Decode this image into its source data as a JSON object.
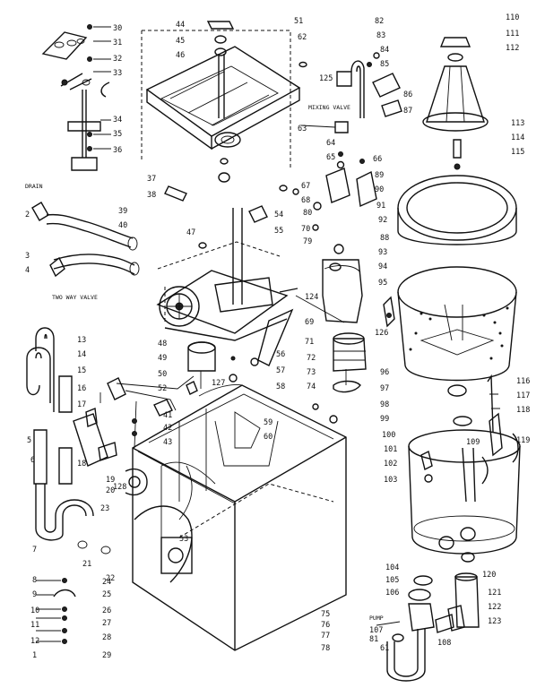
{
  "captions": {
    "drain": "DRAIN",
    "mixing_valve": "MIXING VALVE",
    "two_way_valve": "TWO WAY VALVE",
    "pump": "PUMP"
  },
  "callouts": [
    "1",
    "2",
    "3",
    "4",
    "5",
    "6",
    "7",
    "8",
    "9",
    "10",
    "11",
    "12",
    "13",
    "14",
    "15",
    "16",
    "17",
    "18",
    "19",
    "20",
    "21",
    "22",
    "23",
    "24",
    "25",
    "26",
    "27",
    "28",
    "29",
    "30",
    "31",
    "32",
    "33",
    "34",
    "35",
    "36",
    "37",
    "38",
    "39",
    "40",
    "41",
    "42",
    "43",
    "44",
    "45",
    "46",
    "47",
    "48",
    "49",
    "50",
    "51",
    "52",
    "53",
    "54",
    "55",
    "56",
    "57",
    "58",
    "59",
    "60",
    "61",
    "62",
    "63",
    "64",
    "65",
    "66",
    "67",
    "68",
    "69",
    "70",
    "71",
    "72",
    "73",
    "74",
    "75",
    "76",
    "77",
    "78",
    "79",
    "80",
    "81",
    "82",
    "83",
    "84",
    "85",
    "86",
    "87",
    "88",
    "89",
    "90",
    "91",
    "92",
    "93",
    "94",
    "95",
    "96",
    "97",
    "98",
    "99",
    "100",
    "101",
    "102",
    "103",
    "104",
    "105",
    "106",
    "107",
    "108",
    "109",
    "110",
    "111",
    "112",
    "113",
    "114",
    "115",
    "116",
    "117",
    "118",
    "119",
    "120",
    "121",
    "122",
    "123",
    "124",
    "125",
    "126",
    "127",
    "128"
  ]
}
